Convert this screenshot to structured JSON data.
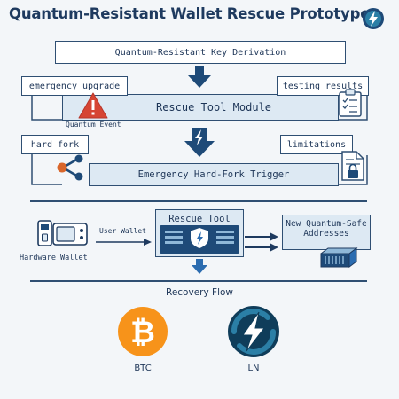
{
  "title": "Quantum-Resistant Wallet Rescue Prototype",
  "icons": {
    "header": "lightning-badge-icon",
    "warning": "warning-triangle-icon",
    "testing": "clipboard-checklist-icon",
    "fork": "share-node-icon",
    "limitations": "document-lock-icon",
    "hardware": "hardware-wallet-icon",
    "rescue": "shield-icon",
    "addresses": "server-rack-icon",
    "btc": "bitcoin-coin-icon",
    "ln": "lightning-network-icon"
  },
  "colors": {
    "navy": "#1e3a5f",
    "accent": "#2b6cb0",
    "warning": "#d64533",
    "btc": "#f7931a",
    "ln_dark": "#0f3d5a",
    "ln_light": "#2b7fa6"
  },
  "diagram": {
    "key_derivation": "Quantum-Resistant Key Derivation",
    "emergency_upgrade": "emergency upgrade",
    "testing_results": "testing results",
    "rescue_module": "Rescue Tool Module",
    "quantum_event": "Quantum Event",
    "hard_fork": "hard fork",
    "limitations": "limitations",
    "hardfork_trigger": "Emergency Hard-Fork Trigger",
    "user_wallet": "User Wallet",
    "hardware_wallet": "Hardware Wallet",
    "rescue_tool": "Rescue Tool",
    "new_addresses": "New Quantum-Safe Addresses",
    "recovery_flow": "Recovery Flow",
    "btc": "BTC",
    "ln": "LN"
  }
}
